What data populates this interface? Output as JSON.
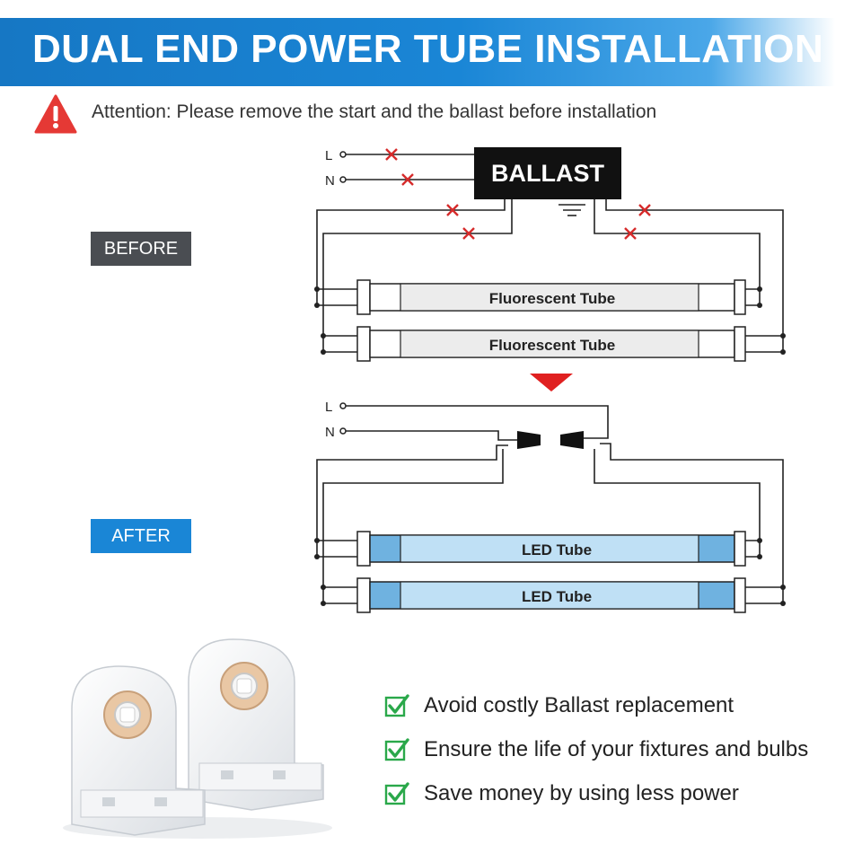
{
  "header": {
    "title": "DUAL END POWER TUBE INSTALLATION"
  },
  "attention": {
    "text": "Attention: Please remove the start and the ballast before installation",
    "icon": "warning-triangle-icon"
  },
  "labels": {
    "before": "BEFORE",
    "after": "AFTER"
  },
  "before_diagram": {
    "line_label": "L",
    "neutral_label": "N",
    "ballast_label": "BALLAST",
    "tube_1": "Fluorescent Tube",
    "tube_2": "Fluorescent Tube"
  },
  "after_diagram": {
    "line_label": "L",
    "neutral_label": "N",
    "tube_1": "LED Tube",
    "tube_2": "LED Tube"
  },
  "benefits": [
    "Avoid costly Ballast replacement",
    "Ensure the life of your fixtures and bulbs",
    "Save money by using less power"
  ],
  "colors": {
    "banner": "#1a86d6",
    "before_badge": "#4a4d52",
    "after_badge": "#1a86d6",
    "cross_mark": "#d62b2b",
    "arrow": "#e02020",
    "check": "#2aa84a",
    "led_tube": "#bfe0f5",
    "led_end": "#6fb2e0",
    "fluorescent_tube": "#ececec"
  }
}
